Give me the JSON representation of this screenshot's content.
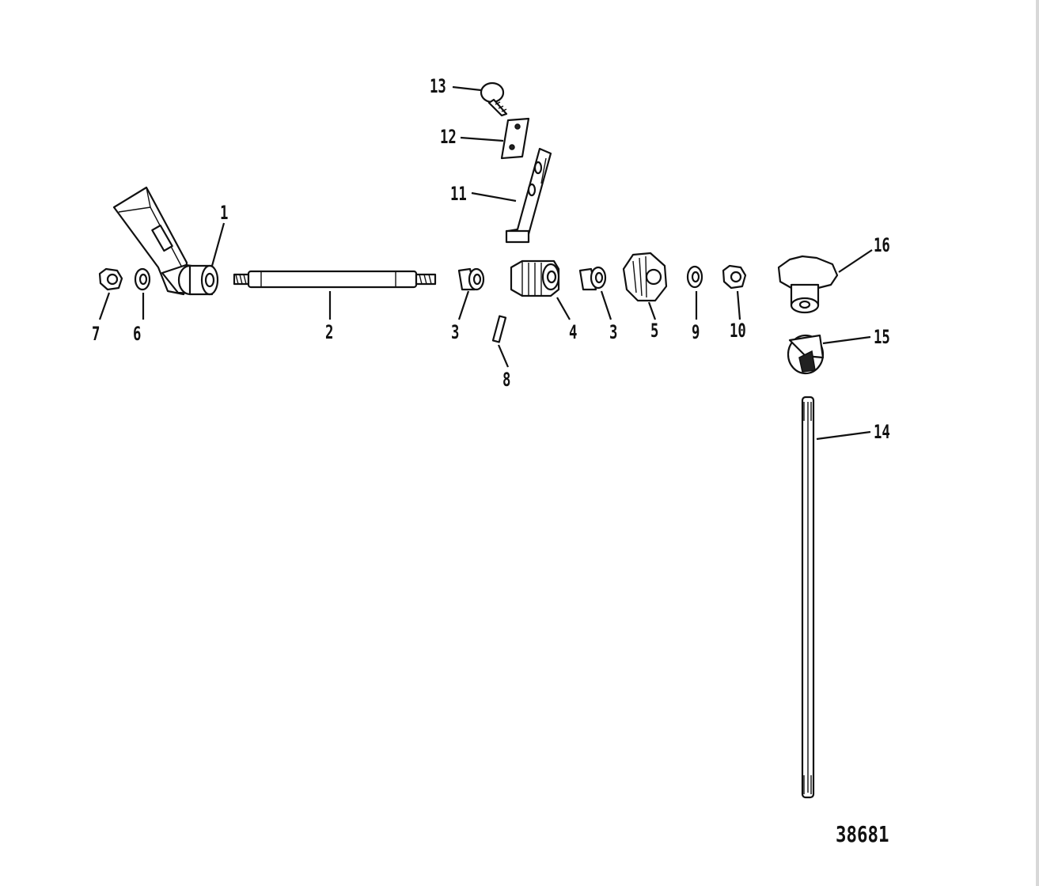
{
  "diagram": {
    "figure_number": "38681",
    "callouts": [
      {
        "id": "callout-1",
        "text": "1"
      },
      {
        "id": "callout-2",
        "text": "2"
      },
      {
        "id": "callout-3a",
        "text": "3"
      },
      {
        "id": "callout-3b",
        "text": "3"
      },
      {
        "id": "callout-4",
        "text": "4"
      },
      {
        "id": "callout-5",
        "text": "5"
      },
      {
        "id": "callout-6",
        "text": "6"
      },
      {
        "id": "callout-7",
        "text": "7"
      },
      {
        "id": "callout-8",
        "text": "8"
      },
      {
        "id": "callout-9",
        "text": "9"
      },
      {
        "id": "callout-10",
        "text": "10"
      },
      {
        "id": "callout-11",
        "text": "11"
      },
      {
        "id": "callout-12",
        "text": "12"
      },
      {
        "id": "callout-13",
        "text": "13"
      },
      {
        "id": "callout-14",
        "text": "14"
      },
      {
        "id": "callout-15",
        "text": "15"
      },
      {
        "id": "callout-16",
        "text": "16"
      }
    ]
  }
}
